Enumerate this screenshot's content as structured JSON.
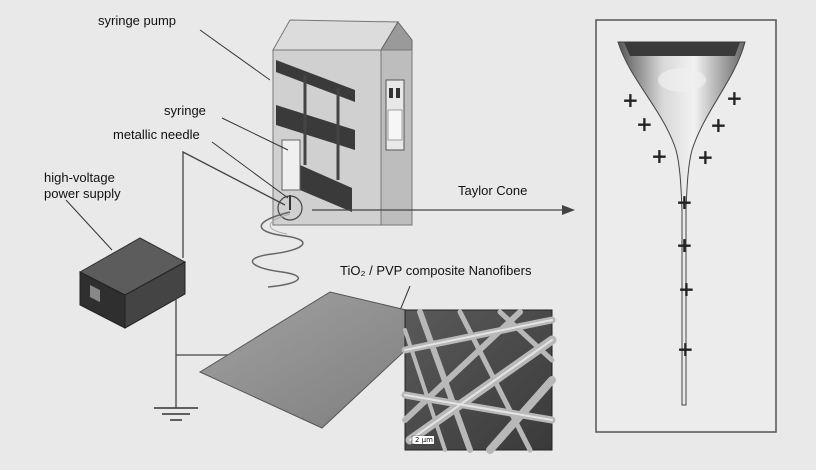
{
  "labels": {
    "syringe_pump": "syringe pump",
    "syringe": "syringe",
    "metallic_needle": "metallic needle",
    "power_supply_line1": "high-voltage",
    "power_supply_line2": "power supply",
    "taylor_cone": "Taylor Cone",
    "nanofibers": "TiO₂ / PVP composite Nanofibers",
    "scale_bar": "2 μm"
  },
  "charges": [
    "+",
    "+",
    "+",
    "+",
    "+",
    "+",
    "+",
    "+",
    "+",
    "+"
  ],
  "colors": {
    "background": "#e9e9e9",
    "panel_border": "#555555",
    "collector": "#8e8e8e",
    "pump_body": "#cfcfcf",
    "pump_dark": "#3a3a3a"
  }
}
